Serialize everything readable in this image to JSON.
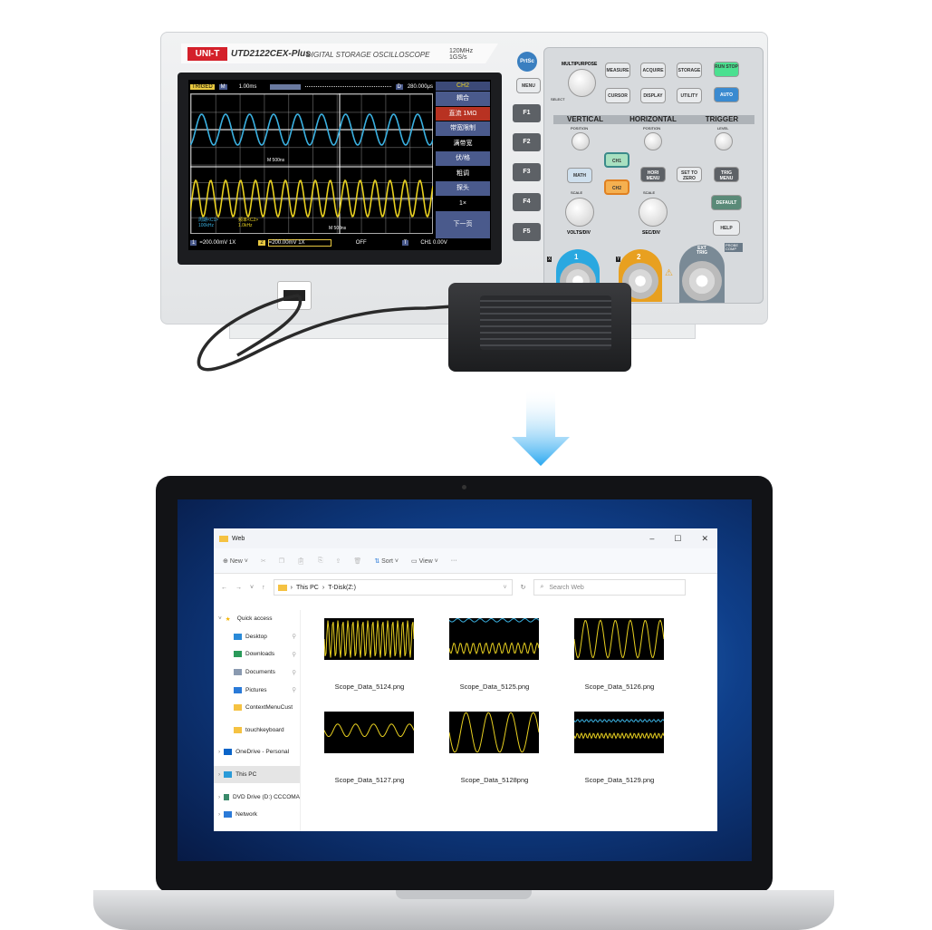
{
  "oscilloscope": {
    "brand": "UNI-T",
    "model": "UTD2122CEX-Plus",
    "description": "DIGITAL STORAGE OSCILLOSCOPE",
    "spec_bandwidth": "120MHz",
    "spec_rate": "1GS/s",
    "status": {
      "trig": "TRIGED",
      "mode": "M",
      "timebase": "1.00ms",
      "delay_label": "D",
      "delay": "280.000μs",
      "cursor_top": "M 500ns",
      "cursor_bottom": "M 500ns"
    },
    "measurements": {
      "ch1_label": "周期<C1>",
      "ch1_value": "100kHz",
      "ch2_label": "频率<C2>",
      "ch2_value": "1.0kHz"
    },
    "bottom_bar": {
      "ch1_num": "1",
      "ch1": "=200.00mV  1X",
      "ch2_num": "2",
      "ch2": "=200.00mV  1X",
      "off": "OFF",
      "trig_label": "T",
      "trig": "CH1 0.00V"
    },
    "menu": {
      "title": "CH2",
      "items": [
        "耦合",
        "直流 1MΩ",
        "带宽限制",
        "满带宽",
        "伏/格",
        "粗调",
        "探头",
        "1×",
        "下一页"
      ]
    },
    "side_buttons": [
      "PrtSc",
      "MENU",
      "F1",
      "F2",
      "F3",
      "F4",
      "F5"
    ],
    "panel": {
      "multipurpose": "MULTIPURPOSE",
      "select": "SELECT",
      "function_keys": [
        "MEASURE",
        "ACQUIRE",
        "STORAGE",
        "CURSOR",
        "DISPLAY",
        "UTILITY"
      ],
      "run_stop": "RUN STOP",
      "auto": "AUTO",
      "vertical": "VERTICAL",
      "horizontal": "HORIZONTAL",
      "trigger": "TRIGGER",
      "v_position": "POSITION",
      "h_position": "POSITION",
      "level": "LEVEL",
      "ch1": "CH1",
      "ch2": "CH2",
      "math": "MATH",
      "hori_menu": "HORI MENU",
      "set_to_zero": "SET TO ZERO",
      "trig_menu": "TRIG MENU",
      "v_scale": "SCALE",
      "h_scale": "SCALE",
      "volts_div": "VOLTS/DIV",
      "sec_div": "SEC/DIV",
      "default": "DEFAULT",
      "help": "HELP",
      "input1": "1",
      "input2": "2",
      "x": "X",
      "y": "Y",
      "ext_trig": "EXT TRIG",
      "probe_comp": "PROBE COMP"
    }
  },
  "explorer": {
    "title": "Web",
    "toolbar": {
      "new": "New",
      "sort": "Sort",
      "view": "View",
      "more": "···"
    },
    "breadcrumb": [
      "This PC",
      "T-Disk(Z:)"
    ],
    "search_placeholder": "Search Web",
    "sidebar": [
      {
        "label": "Quick access",
        "icon": "star-icon",
        "color": "#f5b400"
      },
      {
        "label": "Desktop",
        "icon": "desktop-icon",
        "color": "#2a8ad8"
      },
      {
        "label": "Downloads",
        "icon": "download-icon",
        "color": "#2a9a5a"
      },
      {
        "label": "Documents",
        "icon": "documents-icon",
        "color": "#8a9ab0"
      },
      {
        "label": "Pictures",
        "icon": "pictures-icon",
        "color": "#2a7ad8"
      },
      {
        "label": "ContextMenuCust",
        "icon": "folder-icon",
        "color": "#f5c242"
      },
      {
        "label": "touchkeyboard",
        "icon": "folder-icon",
        "color": "#f5c242"
      },
      {
        "label": "OneDrive - Personal",
        "icon": "cloud-icon",
        "color": "#0a64c8"
      },
      {
        "label": "This PC",
        "icon": "pc-icon",
        "color": "#2a9ad8"
      },
      {
        "label": "DVD Drive (D:) CCCOMA",
        "icon": "dvd-icon",
        "color": "#3a8a6a"
      },
      {
        "label": "Network",
        "icon": "network-icon",
        "color": "#2a7ad8"
      }
    ],
    "files": [
      "Scope_Data_5124.png",
      "Scope_Data_5125.png",
      "Scope_Data_5126.png",
      "Scope_Data_5127.png",
      "Scope_Data_5128png",
      "Scope_Data_5129.png"
    ]
  }
}
